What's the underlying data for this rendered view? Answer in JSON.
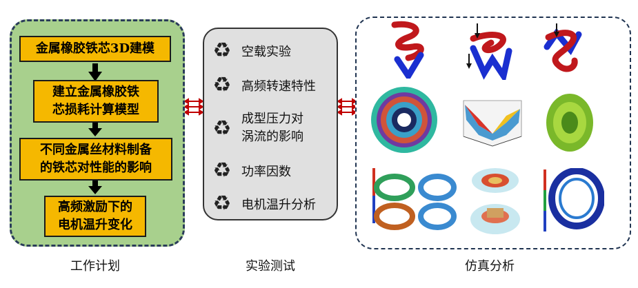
{
  "work_plan": {
    "caption": "工作计划",
    "steps": [
      {
        "line1": "金属橡胶铁芯3D建模"
      },
      {
        "line1": "建立金属橡胶铁",
        "line2": "芯损耗计算模型"
      },
      {
        "line1": "不同金属丝材料制备",
        "line2": "的铁芯对性能的影响"
      },
      {
        "line1": "高频激励下的",
        "line2": "电机温升变化"
      }
    ]
  },
  "experiment": {
    "caption": "实验测试",
    "items": [
      {
        "icon": "recycle-icon",
        "line1": "空载实验"
      },
      {
        "icon": "recycle-icon",
        "line1": "高频转速特性"
      },
      {
        "icon": "recycle-icon",
        "line1": "成型压力对",
        "line2": "涡流的影响"
      },
      {
        "icon": "recycle-icon",
        "line1": "功率因数"
      },
      {
        "icon": "recycle-icon",
        "line1": "电机温升分析"
      }
    ]
  },
  "simulation": {
    "caption": "仿真分析"
  },
  "colors": {
    "work_bg": "#a8d08d",
    "step_fill": "#f5b800",
    "test_bg": "#e0e0e0",
    "connector": "#c00000"
  }
}
